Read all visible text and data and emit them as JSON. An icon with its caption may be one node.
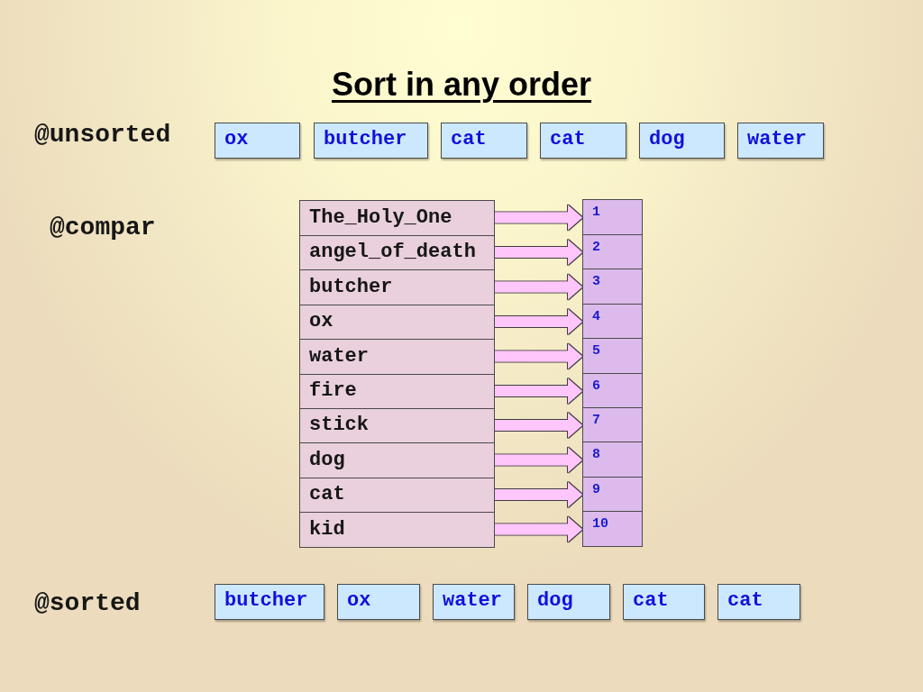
{
  "diagram": {
    "title": "Sort in any order",
    "nodes": [
      {
        "text": [
          "ox"
        ]
      },
      {
        "text": [
          "butcher"
        ]
      },
      {
        "text": [
          "cat"
        ]
      },
      {
        "text": [
          "cat"
        ]
      },
      {
        "text": [
          "dog"
        ]
      },
      {
        "text": [
          "water"
        ]
      },
      {
        "text": [
          "The_Holy_One"
        ]
      },
      {
        "text": [
          "1"
        ]
      },
      {
        "text": [
          "angel_of_death"
        ]
      },
      {
        "text": [
          "2"
        ]
      },
      {
        "text": [
          "butcher"
        ]
      },
      {
        "text": [
          "3"
        ]
      },
      {
        "text": [
          "ox"
        ]
      },
      {
        "text": [
          "4"
        ]
      },
      {
        "text": [
          "water"
        ]
      },
      {
        "text": [
          "5"
        ]
      },
      {
        "text": [
          "fire"
        ]
      },
      {
        "text": [
          "6"
        ]
      },
      {
        "text": [
          "stick"
        ]
      },
      {
        "text": [
          "7"
        ]
      },
      {
        "text": [
          "dog"
        ]
      },
      {
        "text": [
          "8"
        ]
      },
      {
        "text": [
          "cat"
        ]
      },
      {
        "text": [
          "9"
        ]
      },
      {
        "text": [
          "kid"
        ]
      },
      {
        "text": [
          "10"
        ]
      },
      {
        "text": [
          "butcher"
        ]
      },
      {
        "text": [
          "ox"
        ]
      },
      {
        "text": [
          "water"
        ]
      },
      {
        "text": [
          "dog"
        ]
      },
      {
        "text": [
          "cat"
        ]
      },
      {
        "text": [
          "cat"
        ]
      }
    ],
    "edges": [
      {
        "from": 6,
        "to": 7,
        "arrow": "to"
      },
      {
        "from": 8,
        "to": 9,
        "arrow": "to"
      },
      {
        "from": 10,
        "to": 11,
        "arrow": "to"
      },
      {
        "from": 12,
        "to": 13,
        "arrow": "to"
      },
      {
        "from": 14,
        "to": 15,
        "arrow": "to"
      },
      {
        "from": 16,
        "to": 17,
        "arrow": "to"
      },
      {
        "from": 18,
        "to": 19,
        "arrow": "to"
      },
      {
        "from": 20,
        "to": 21,
        "arrow": "to"
      },
      {
        "from": 22,
        "to": 23,
        "arrow": "to"
      },
      {
        "from": 24,
        "to": 25,
        "arrow": "to"
      }
    ],
    "labels": [
      "@unsorted",
      "@compar",
      "@sorted"
    ]
  }
}
